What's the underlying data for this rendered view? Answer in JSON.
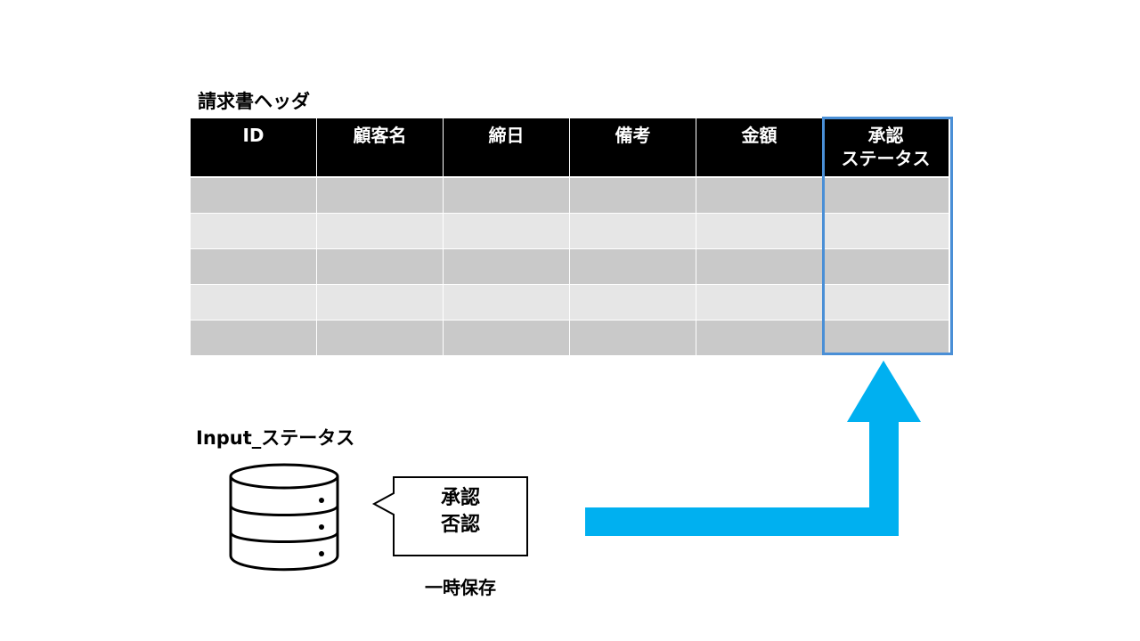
{
  "header_table": {
    "title": "請求書ヘッダ",
    "columns": [
      "ID",
      "顧客名",
      "締日",
      "備考",
      "金額",
      "承認\nステータス"
    ],
    "row_count": 5,
    "highlight_color": "#4a8fd6"
  },
  "input": {
    "title": "Input_ステータス",
    "bubble_lines": [
      "承認",
      "否認"
    ],
    "storage_label": "一時保存",
    "database_icon": "database-icon"
  },
  "arrow": {
    "color": "#00b0f0"
  }
}
